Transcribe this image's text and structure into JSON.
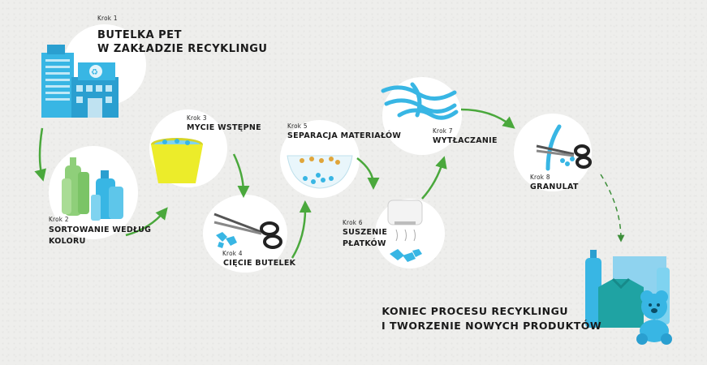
{
  "steps": [
    {
      "num": "Krok 1",
      "title_line1": "Butelka PET",
      "title_line2": "w zakładzie recyklingu"
    },
    {
      "num": "Krok 2",
      "title_line1": "Sortowanie według",
      "title_line2": "koloru"
    },
    {
      "num": "Krok 3",
      "title_line1": "Mycie wstępne"
    },
    {
      "num": "Krok 4",
      "title_line1": "Cięcie butelek"
    },
    {
      "num": "Krok 5",
      "title_line1": "Separacja materiałów"
    },
    {
      "num": "Krok 6",
      "title_line1": "Suszenie",
      "title_line2": "płatków"
    },
    {
      "num": "Krok 7",
      "title_line1": "Wytłaczanie"
    },
    {
      "num": "Krok 8",
      "title_line1": "Granulat"
    }
  ],
  "final": {
    "line1": "Koniec procesu recyklingu",
    "line2": "i tworzenie nowych produktów"
  },
  "colors": {
    "blue": "#38b6e4",
    "teal": "#1fa3a3",
    "arrow": "#4aa83c",
    "arrow_dashed": "#3d8f3a",
    "green_bottle": "#8fcf7a",
    "yellow": "#ecec2a"
  }
}
